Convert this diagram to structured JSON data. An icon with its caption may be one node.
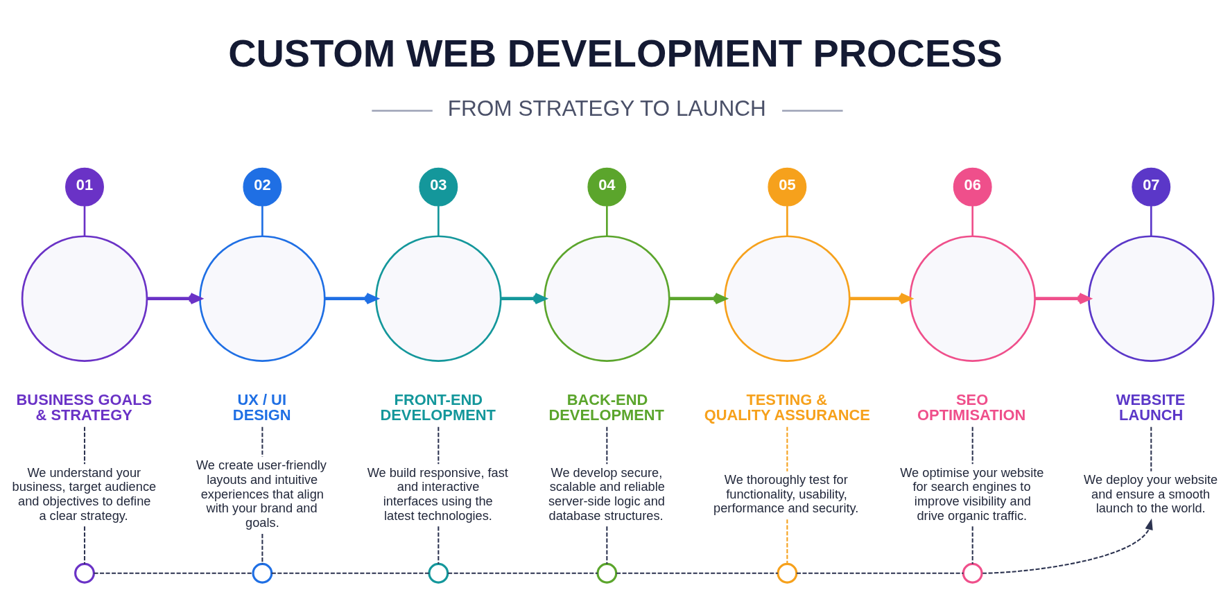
{
  "diagram": {
    "title": "CUSTOM WEB DEVELOPMENT PROCESS",
    "nodes": [
      {
        "text": [
          "01"
        ]
      },
      {
        "text": [],
        "shape": "circle"
      },
      {
        "text": [
          "BUSINESS GOALS & STRATEGY"
        ]
      },
      {
        "text": [
          "We understand your business, target audience and objectives to define a clear strategy."
        ]
      },
      {
        "text": [],
        "shape": "circle"
      },
      {
        "text": [
          "02"
        ]
      },
      {
        "text": [],
        "shape": "circle"
      },
      {
        "text": [
          "UX / UI DESIGN"
        ]
      },
      {
        "text": [
          "We create user-friendly layouts and intuitive experiences that align with your brand and goals."
        ]
      },
      {
        "text": [],
        "shape": "circle"
      },
      {
        "text": [
          "03"
        ]
      },
      {
        "text": [],
        "shape": "circle"
      },
      {
        "text": [
          "FRONT-END DEVELOPMENT"
        ]
      },
      {
        "text": [
          "We build responsive, fast and interactive interfaces using the latest technologies."
        ]
      },
      {
        "text": [],
        "shape": "circle"
      },
      {
        "text": [
          "04"
        ]
      },
      {
        "text": [],
        "shape": "circle"
      },
      {
        "text": [
          "BACK-END DEVELOPMENT"
        ]
      },
      {
        "text": [
          "We develop secure, scalable and reliable server-side logic and database structures."
        ]
      },
      {
        "text": [],
        "shape": "circle"
      },
      {
        "text": [
          "05"
        ]
      },
      {
        "text": [],
        "shape": "circle"
      },
      {
        "text": [
          "TESTING & QUALITY ASSURANCE"
        ]
      },
      {
        "text": [
          "We thoroughly test for functionality, usability, performance and security."
        ]
      },
      {
        "text": [],
        "shape": "circle"
      },
      {
        "text": [
          "06"
        ]
      },
      {
        "text": [],
        "shape": "circle"
      },
      {
        "text": [
          "SEO OPTIMISATION"
        ]
      },
      {
        "text": [
          "We optimise your website for search engines to improve visibility and drive organic traffic."
        ]
      },
      {
        "text": [],
        "shape": "circle"
      },
      {
        "text": [
          "07"
        ]
      },
      {
        "text": [],
        "shape": "circle"
      },
      {
        "text": [
          "WEBSITE LAUNCH"
        ]
      },
      {
        "text": [
          "We deploy your website and ensure a smooth launch to the world."
        ]
      }
    ],
    "edges": [
      {
        "from": 0,
        "to": 1,
        "arrow": "none",
        "color": "#6a32c6"
      },
      {
        "from": 5,
        "to": 6,
        "arrow": "none",
        "color": "#1f6fe4"
      },
      {
        "from": 10,
        "to": 11,
        "arrow": "none",
        "color": "#14979b"
      },
      {
        "from": 15,
        "to": 16,
        "arrow": "none",
        "color": "#5ba52c"
      },
      {
        "from": 20,
        "to": 21,
        "arrow": "none",
        "color": "#f6a11c"
      },
      {
        "from": 25,
        "to": 26,
        "arrow": "none",
        "color": "#ef4f8b"
      },
      {
        "from": 30,
        "to": 31,
        "arrow": "none",
        "color": "#5b37c8"
      },
      {
        "from": 1,
        "to": 6,
        "arrow": "to",
        "style": "thick",
        "color": "#6a32c6"
      },
      {
        "from": 6,
        "to": 11,
        "arrow": "to",
        "style": "thick",
        "color": "#1f6fe4"
      },
      {
        "from": 11,
        "to": 16,
        "arrow": "to",
        "style": "thick",
        "color": "#14979b"
      },
      {
        "from": 16,
        "to": 21,
        "arrow": "to",
        "style": "thick",
        "color": "#5ba52c"
      },
      {
        "from": 21,
        "to": 26,
        "arrow": "to",
        "style": "thick",
        "color": "#f6a11c"
      },
      {
        "from": 26,
        "to": 31,
        "arrow": "to",
        "style": "thick",
        "color": "#ef4f8b"
      },
      {
        "from": 2,
        "to": 3,
        "arrow": "none",
        "style": "dashed"
      },
      {
        "from": 7,
        "to": 8,
        "arrow": "none",
        "style": "dashed"
      },
      {
        "from": 12,
        "to": 13,
        "arrow": "none",
        "style": "dashed"
      },
      {
        "from": 17,
        "to": 18,
        "arrow": "none",
        "style": "dashed"
      },
      {
        "from": 22,
        "to": 23,
        "arrow": "none",
        "style": "dashed",
        "color": "#f6a11c"
      },
      {
        "from": 27,
        "to": 28,
        "arrow": "none",
        "style": "dashed"
      },
      {
        "from": 32,
        "to": 33,
        "arrow": "none",
        "style": "dashed"
      },
      {
        "from": 3,
        "to": 4,
        "arrow": "none",
        "style": "dashed"
      },
      {
        "from": 8,
        "to": 9,
        "arrow": "none",
        "style": "dashed"
      },
      {
        "from": 13,
        "to": 14,
        "arrow": "none",
        "style": "dashed"
      },
      {
        "from": 18,
        "to": 19,
        "arrow": "none",
        "style": "dashed"
      },
      {
        "from": 23,
        "to": 24,
        "arrow": "none",
        "style": "dashed",
        "color": "#f6a11c"
      },
      {
        "from": 28,
        "to": 29,
        "arrow": "none",
        "style": "dashed"
      },
      {
        "from": 4,
        "to": 9,
        "arrow": "none",
        "style": "dashed"
      },
      {
        "from": 9,
        "to": 14,
        "arrow": "none",
        "style": "dashed"
      },
      {
        "from": 14,
        "to": 19,
        "arrow": "none",
        "style": "dashed"
      },
      {
        "from": 19,
        "to": 24,
        "arrow": "none",
        "style": "dashed"
      },
      {
        "from": 24,
        "to": 29,
        "arrow": "none",
        "style": "dashed"
      },
      {
        "from": 29,
        "to": 33,
        "arrow": "to",
        "style": "dashed"
      }
    ],
    "labels": [
      "FROM STRATEGY TO LAUNCH"
    ]
  }
}
